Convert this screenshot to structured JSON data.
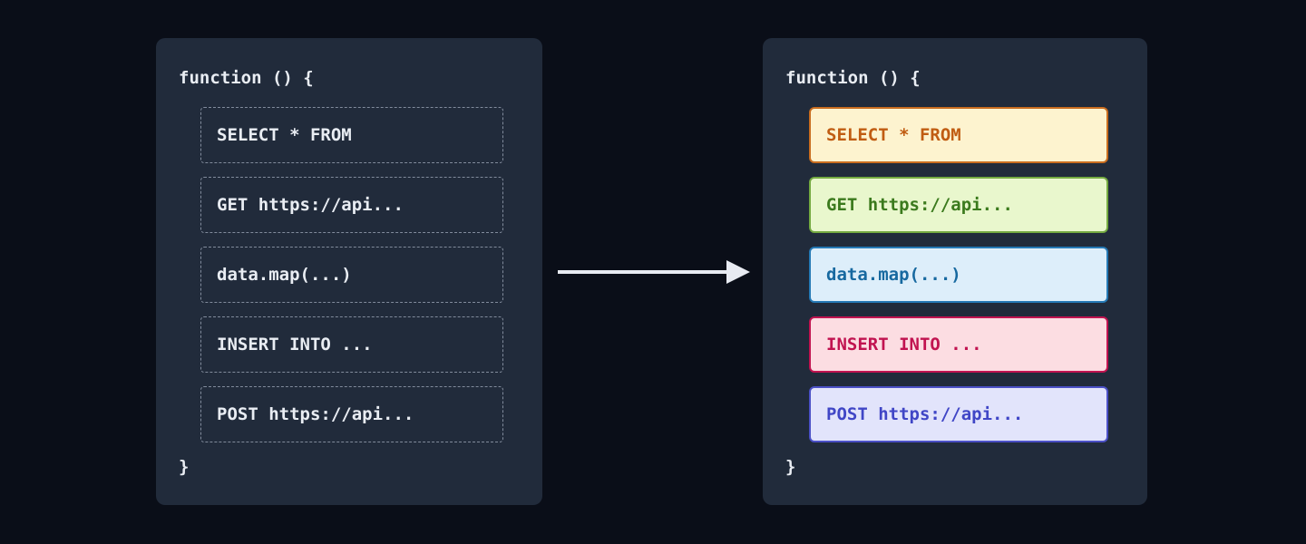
{
  "diagram": {
    "page_background": "#0a0e18",
    "panel_background": "#212b3b",
    "code_text_color": "#e9edf3",
    "dashed_border_color": "#818b9c",
    "arrow_color": "#e8ebf2"
  },
  "left_panel": {
    "function_open": "function () {",
    "function_close": "}",
    "items": [
      {
        "label": "SELECT * FROM"
      },
      {
        "label": "GET https://api..."
      },
      {
        "label": "data.map(...)"
      },
      {
        "label": "INSERT INTO ..."
      },
      {
        "label": "POST https://api..."
      }
    ]
  },
  "right_panel": {
    "function_open": "function () {",
    "function_close": "}",
    "items": [
      {
        "label": "SELECT * FROM",
        "background": "#fdf3cf",
        "border": "#c96d1f",
        "text": "#c05c12"
      },
      {
        "label": "GET https://api...",
        "background": "#e9f7cd",
        "border": "#74aa41",
        "text": "#3b7a1d"
      },
      {
        "label": "data.map(...)",
        "background": "#ddeefa",
        "border": "#2579b5",
        "text": "#1769a0"
      },
      {
        "label": "INSERT INTO ...",
        "background": "#fcdde2",
        "border": "#c11350",
        "text": "#c11350"
      },
      {
        "label": "POST https://api...",
        "background": "#e2e4fb",
        "border": "#4b50c6",
        "text": "#4046c6"
      }
    ]
  }
}
